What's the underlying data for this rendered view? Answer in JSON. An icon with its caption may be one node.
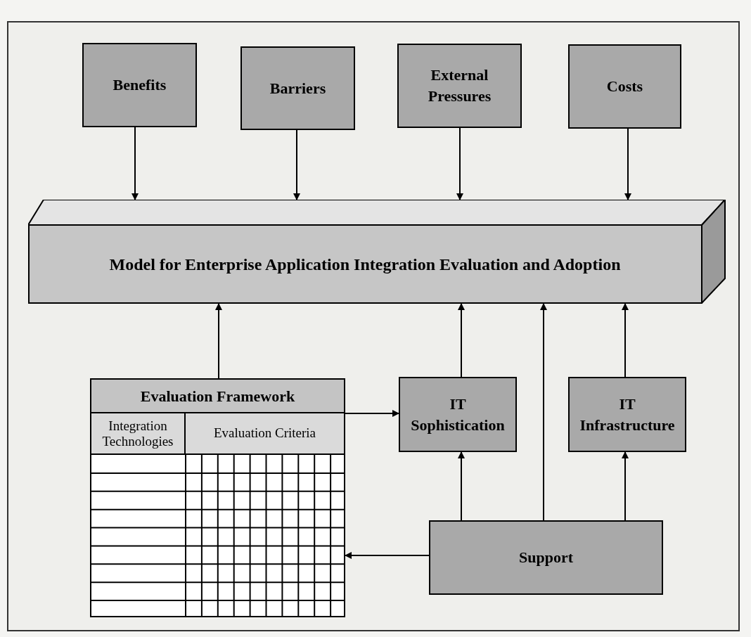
{
  "diagram": {
    "nodes": [
      {
        "text": [
          "Benefits"
        ]
      },
      {
        "text": [
          "Barriers"
        ]
      },
      {
        "text": [
          "External Pressures"
        ]
      },
      {
        "text": [
          "Costs"
        ]
      },
      {
        "text": [
          "Model for Enterprise Application Integration Evaluation and Adoption"
        ]
      },
      {
        "text": [
          "Evaluation Framework",
          "Integration Technologies",
          "Evaluation Criteria"
        ]
      },
      {
        "text": [
          "IT Sophistication"
        ]
      },
      {
        "text": [
          "IT Infrastructure"
        ]
      },
      {
        "text": [
          "Support"
        ]
      }
    ],
    "edges": [
      {
        "from": 0,
        "to": 4,
        "arrow": "to"
      },
      {
        "from": 1,
        "to": 4,
        "arrow": "to"
      },
      {
        "from": 2,
        "to": 4,
        "arrow": "to"
      },
      {
        "from": 3,
        "to": 4,
        "arrow": "to"
      },
      {
        "from": 5,
        "to": 4,
        "arrow": "to"
      },
      {
        "from": 5,
        "to": 6,
        "arrow": "to"
      },
      {
        "from": 6,
        "to": 4,
        "arrow": "to"
      },
      {
        "from": 8,
        "to": 4,
        "arrow": "to"
      },
      {
        "from": 7,
        "to": 4,
        "arrow": "to"
      },
      {
        "from": 8,
        "to": 6,
        "arrow": "to"
      },
      {
        "from": 8,
        "to": 7,
        "arrow": "to"
      },
      {
        "from": 8,
        "to": 5,
        "arrow": "to"
      }
    ]
  }
}
